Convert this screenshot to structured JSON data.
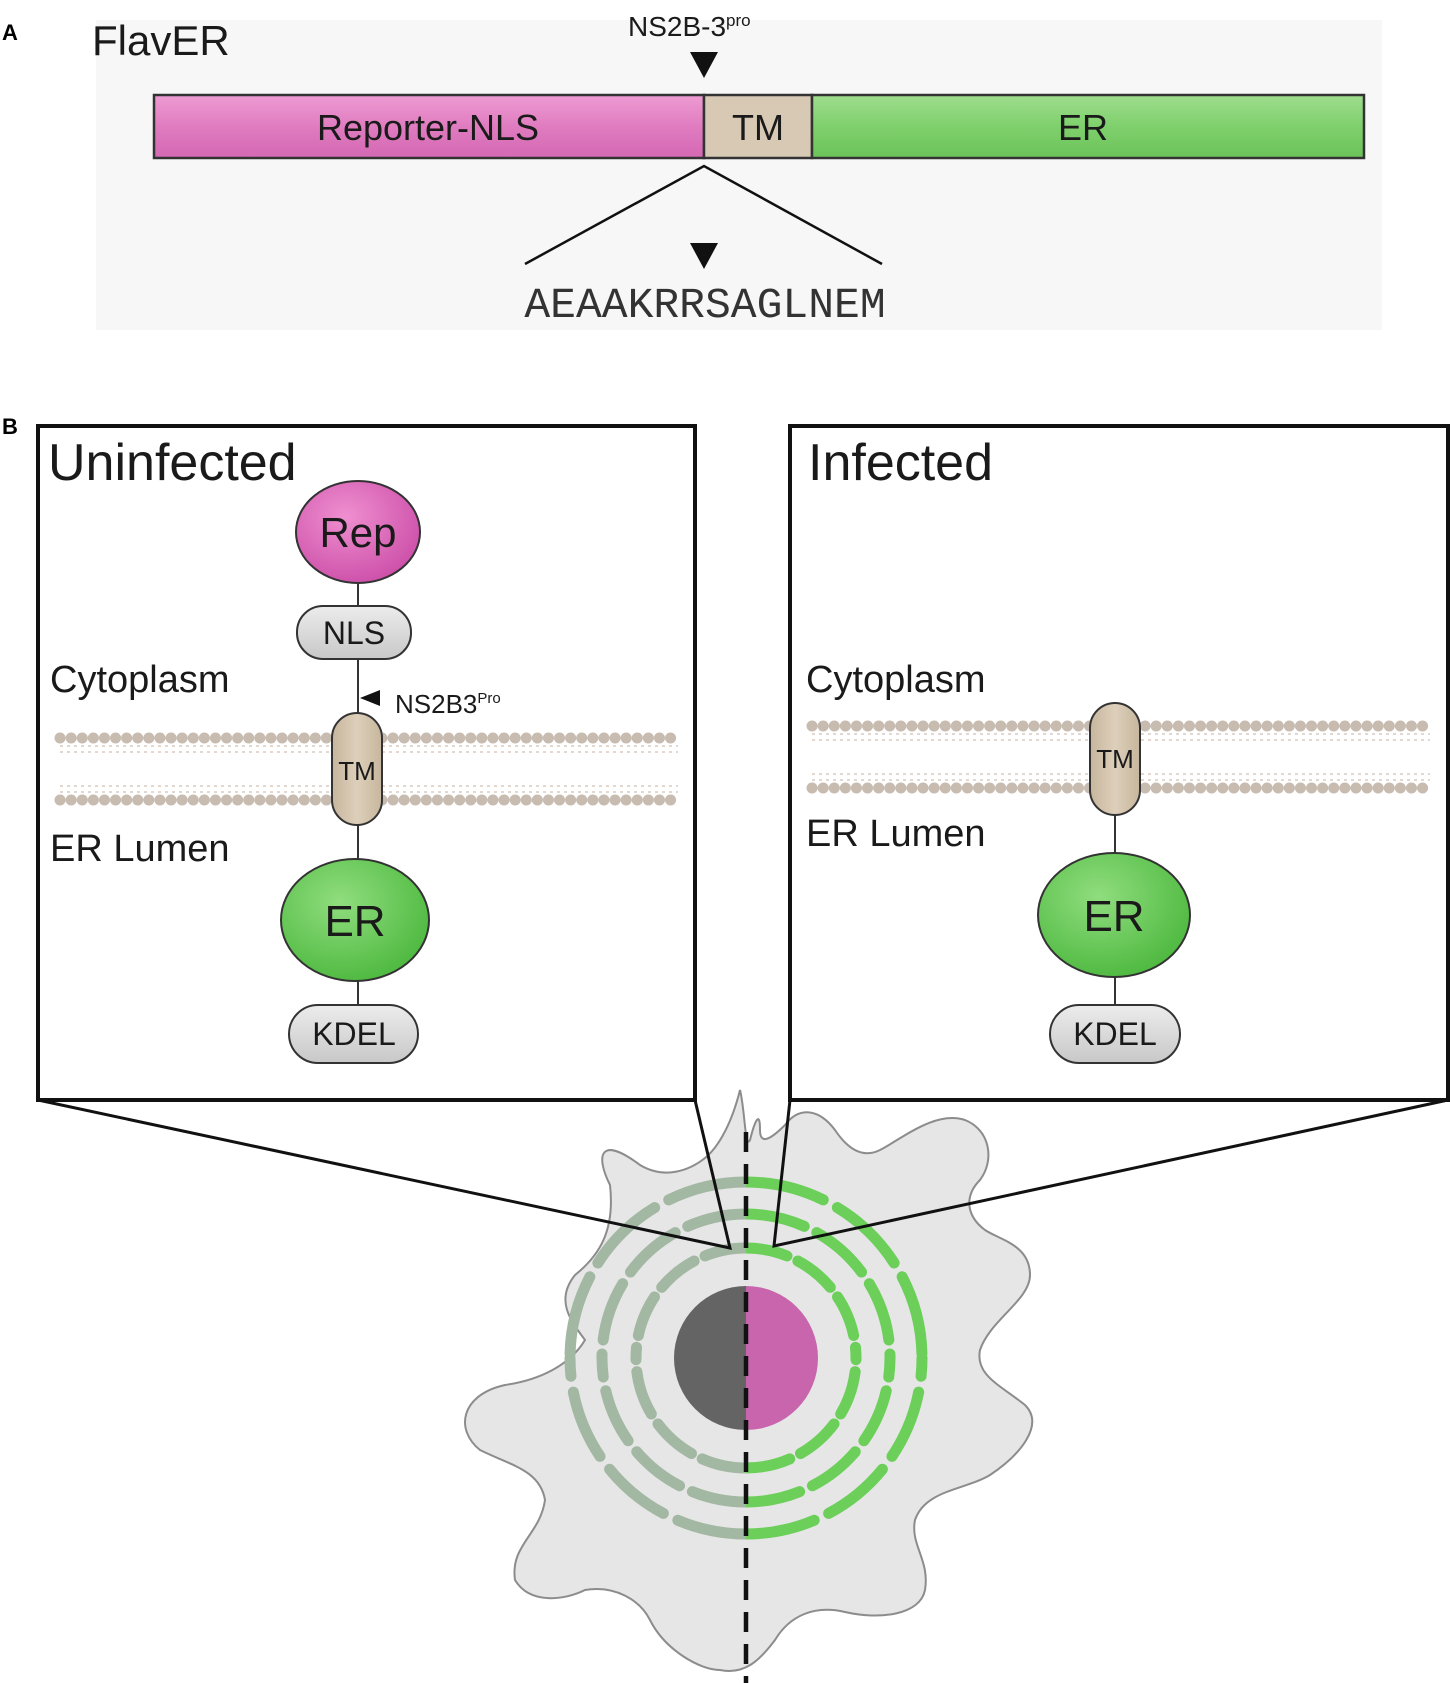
{
  "panel_a": {
    "letter": "A",
    "construct_name": "FlavER",
    "protease_label": "NS2B-3",
    "protease_superscript": "pro",
    "segments": {
      "reporter": "Reporter-NLS",
      "tm": "TM",
      "er": "ER"
    },
    "cleavage_sequence": "AEAAKRRSAGLNEM",
    "colors": {
      "reporter": "#e07cc0",
      "tm": "#d7c9b4",
      "er": "#7fd06c"
    }
  },
  "panel_b": {
    "letter": "B",
    "uninfected": {
      "title": "Uninfected",
      "rep": "Rep",
      "nls": "NLS",
      "cytoplasm": "Cytoplasm",
      "protease": "NS2B3",
      "protease_superscript": "Pro",
      "tm": "TM",
      "er_lumen": "ER Lumen",
      "er": "ER",
      "kdel": "KDEL"
    },
    "infected": {
      "title": "Infected",
      "cytoplasm": "Cytoplasm",
      "tm": "TM",
      "er_lumen": "ER Lumen",
      "er": "ER",
      "kdel": "KDEL"
    },
    "colors": {
      "rep": "#d65cb4",
      "er_bubble": "#5cc44e",
      "pill": "#d6d6d6",
      "membrane": "#c8bcb0",
      "cell": "#e6e6e6",
      "nucleus_off": "#646464",
      "nucleus_on": "#c865ac",
      "er_off": "#a3b8a3",
      "er_on": "#6ccf5a"
    }
  }
}
